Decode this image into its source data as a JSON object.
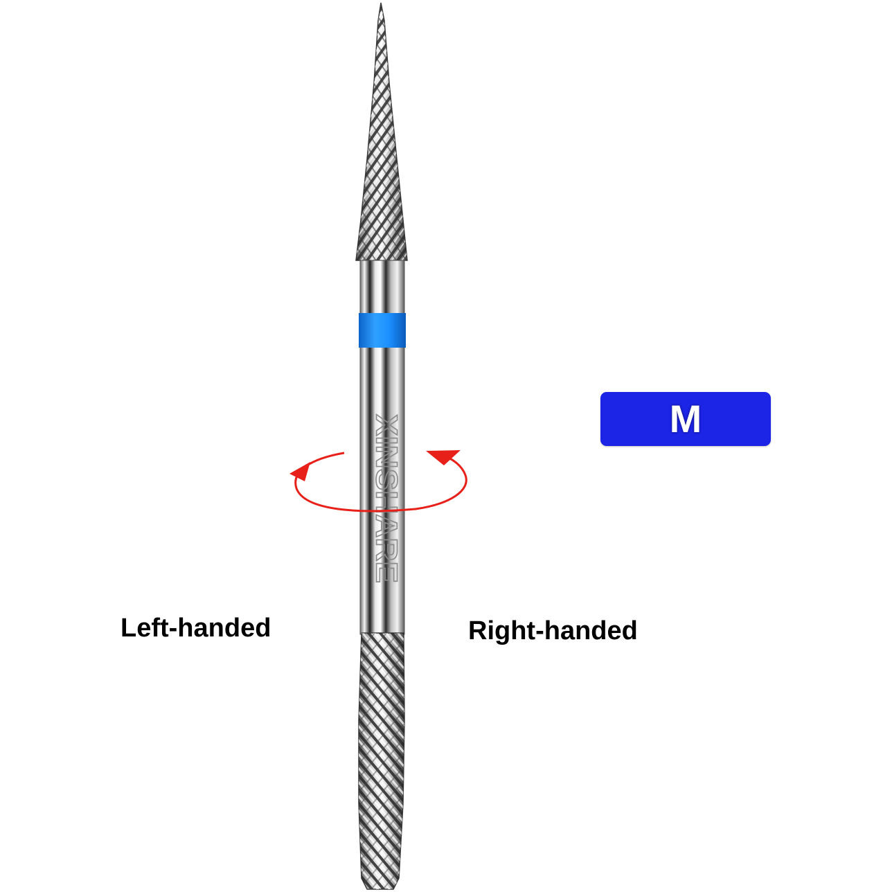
{
  "labels": {
    "left": "Left-handed",
    "right": "Right-handed"
  },
  "badge": {
    "text": "M",
    "color": "#1c24e6"
  },
  "product": {
    "brand_engraving": "XINSHARE",
    "band_color": "#1a8fff"
  },
  "rotation_arrow": {
    "color": "#e8201a",
    "icon": "rotation-arrows-icon"
  }
}
